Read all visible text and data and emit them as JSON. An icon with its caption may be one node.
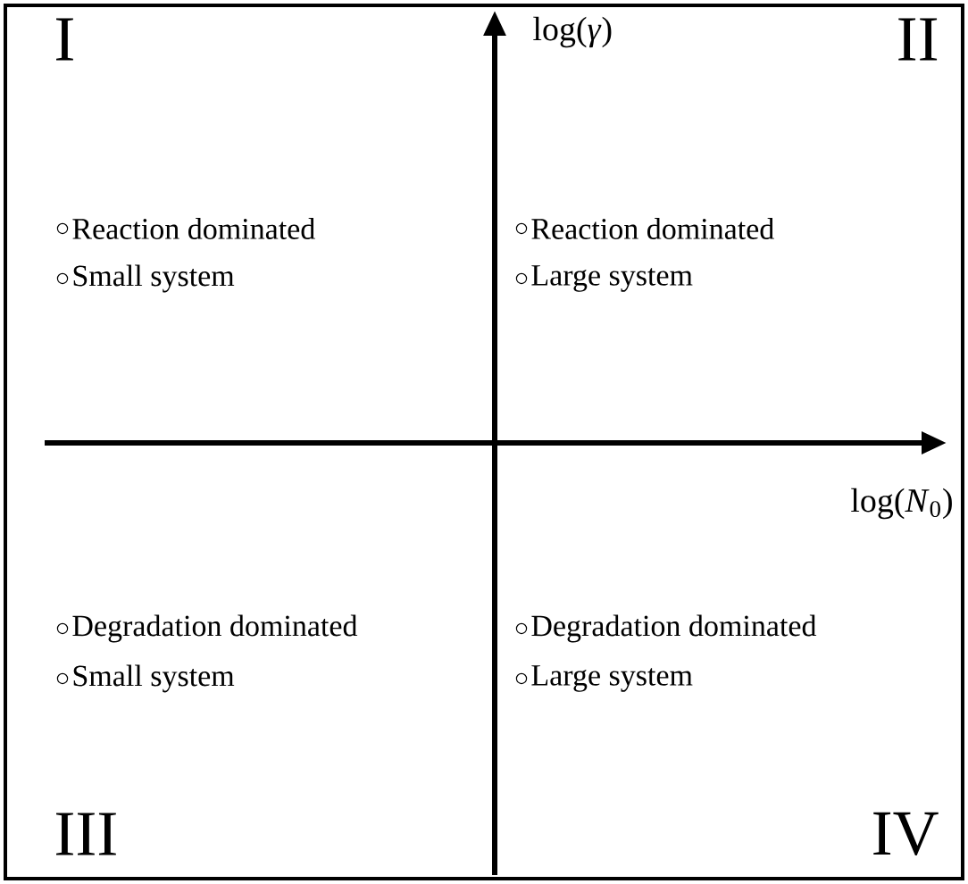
{
  "diagram": {
    "labels": [
      "I",
      "log(*γ*)",
      "II",
      "Reaction dominated",
      "Small system",
      "Reaction dominated",
      "Large system",
      "log(*N*$_{0}$)",
      "Degradation dominated",
      "Small system",
      "Degradation dominated",
      "Large system",
      "III",
      "IV"
    ]
  }
}
